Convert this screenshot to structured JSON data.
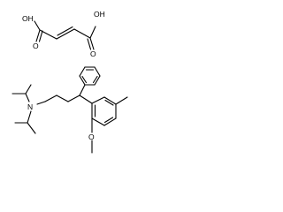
{
  "molecules": [
    {
      "labels": {
        "oh_left": "OH",
        "o_left": "O",
        "o_right": "O",
        "oh_right": "OH"
      }
    },
    {
      "labels": {
        "n": "N",
        "o_methoxy": "O"
      }
    }
  ]
}
